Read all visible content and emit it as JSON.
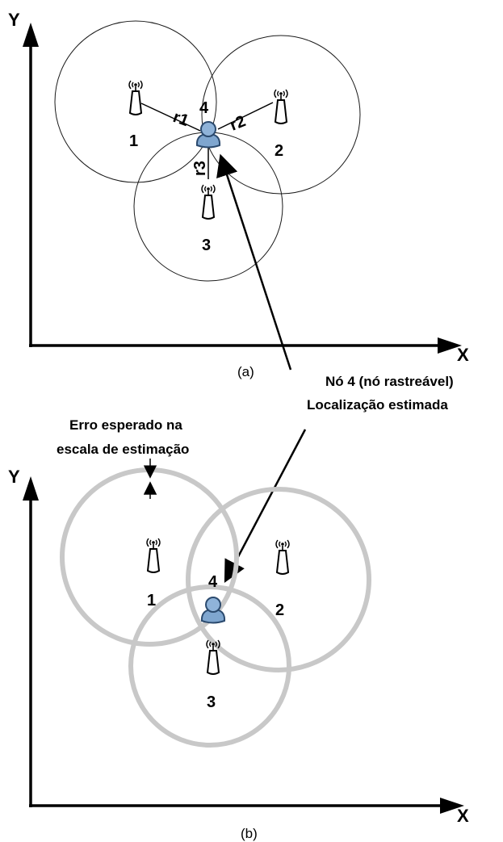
{
  "panel_a": {
    "y_axis_label": "Y",
    "x_axis_label": "X",
    "caption": "(a)",
    "node_labels": [
      "1",
      "2",
      "3"
    ],
    "tracked_node_label": "4",
    "range_labels": [
      "r1",
      "r2",
      "r3"
    ]
  },
  "panel_b": {
    "y_axis_label": "Y",
    "x_axis_label": "X",
    "caption": "(b)",
    "node_labels": [
      "1",
      "2",
      "3"
    ],
    "tracked_node_label": "4",
    "error_note_line1": "Erro esperado na",
    "error_note_line2": "escala de estimação"
  },
  "callout": {
    "line1": "Nó 4 (nó rastreável)",
    "line2": "Localização estimada"
  },
  "colors": {
    "line": "#000000",
    "thin_circle": "#1a1a1a",
    "thick_circle": "#c8c8c8",
    "node_fill": "#7fa6cf",
    "node_stroke": "#2b4a6e"
  }
}
